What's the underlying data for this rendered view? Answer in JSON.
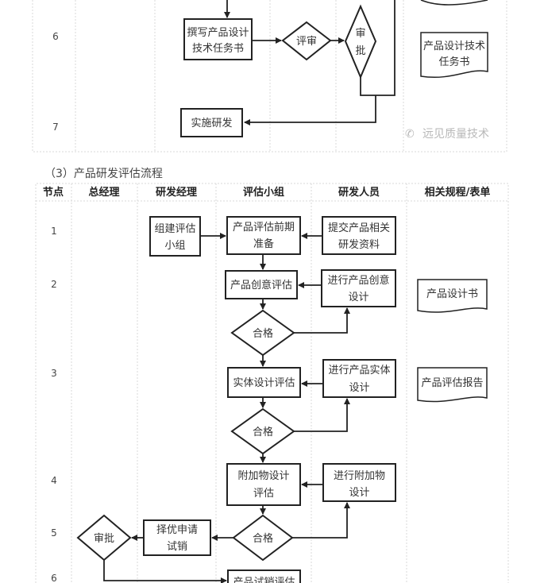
{
  "upper_flow": {
    "nodes": [
      "6",
      "7"
    ],
    "write_spec": [
      "撰写产品设计",
      "技术任务书"
    ],
    "review": "评审",
    "approve": [
      "审",
      "批"
    ],
    "implement": "实施研发",
    "doc_spec": [
      "产品设计技术",
      "任务书"
    ],
    "watermark": "远见质量技术"
  },
  "section_title": "（3）产品研发评估流程",
  "eval_flow": {
    "headers": [
      "节点",
      "总经理",
      "研发经理",
      "评估小组",
      "研发人员",
      "相关规程/表单"
    ],
    "nodes": [
      "1",
      "2",
      "3",
      "4",
      "5",
      "6"
    ],
    "form_team": [
      "组建评估",
      "小组"
    ],
    "pre_eval": [
      "产品评估前期",
      "准备"
    ],
    "submit_docs": [
      "提交产品相关",
      "研发资料"
    ],
    "idea_eval": "产品创意评估",
    "idea_design": [
      "进行产品创意",
      "设计"
    ],
    "doc_design": "产品设计书",
    "qualified": "合格",
    "entity_eval": "实体设计评估",
    "entity_design": [
      "进行产品实体",
      "设计"
    ],
    "doc_report": "产品评估报告",
    "addon_eval": [
      "附加物设计",
      "评估"
    ],
    "addon_design": [
      "进行附加物",
      "设计"
    ],
    "trial_apply": [
      "择优申请",
      "试销"
    ],
    "gm_approve": "审批",
    "trial_eval": "产品试销评估"
  }
}
